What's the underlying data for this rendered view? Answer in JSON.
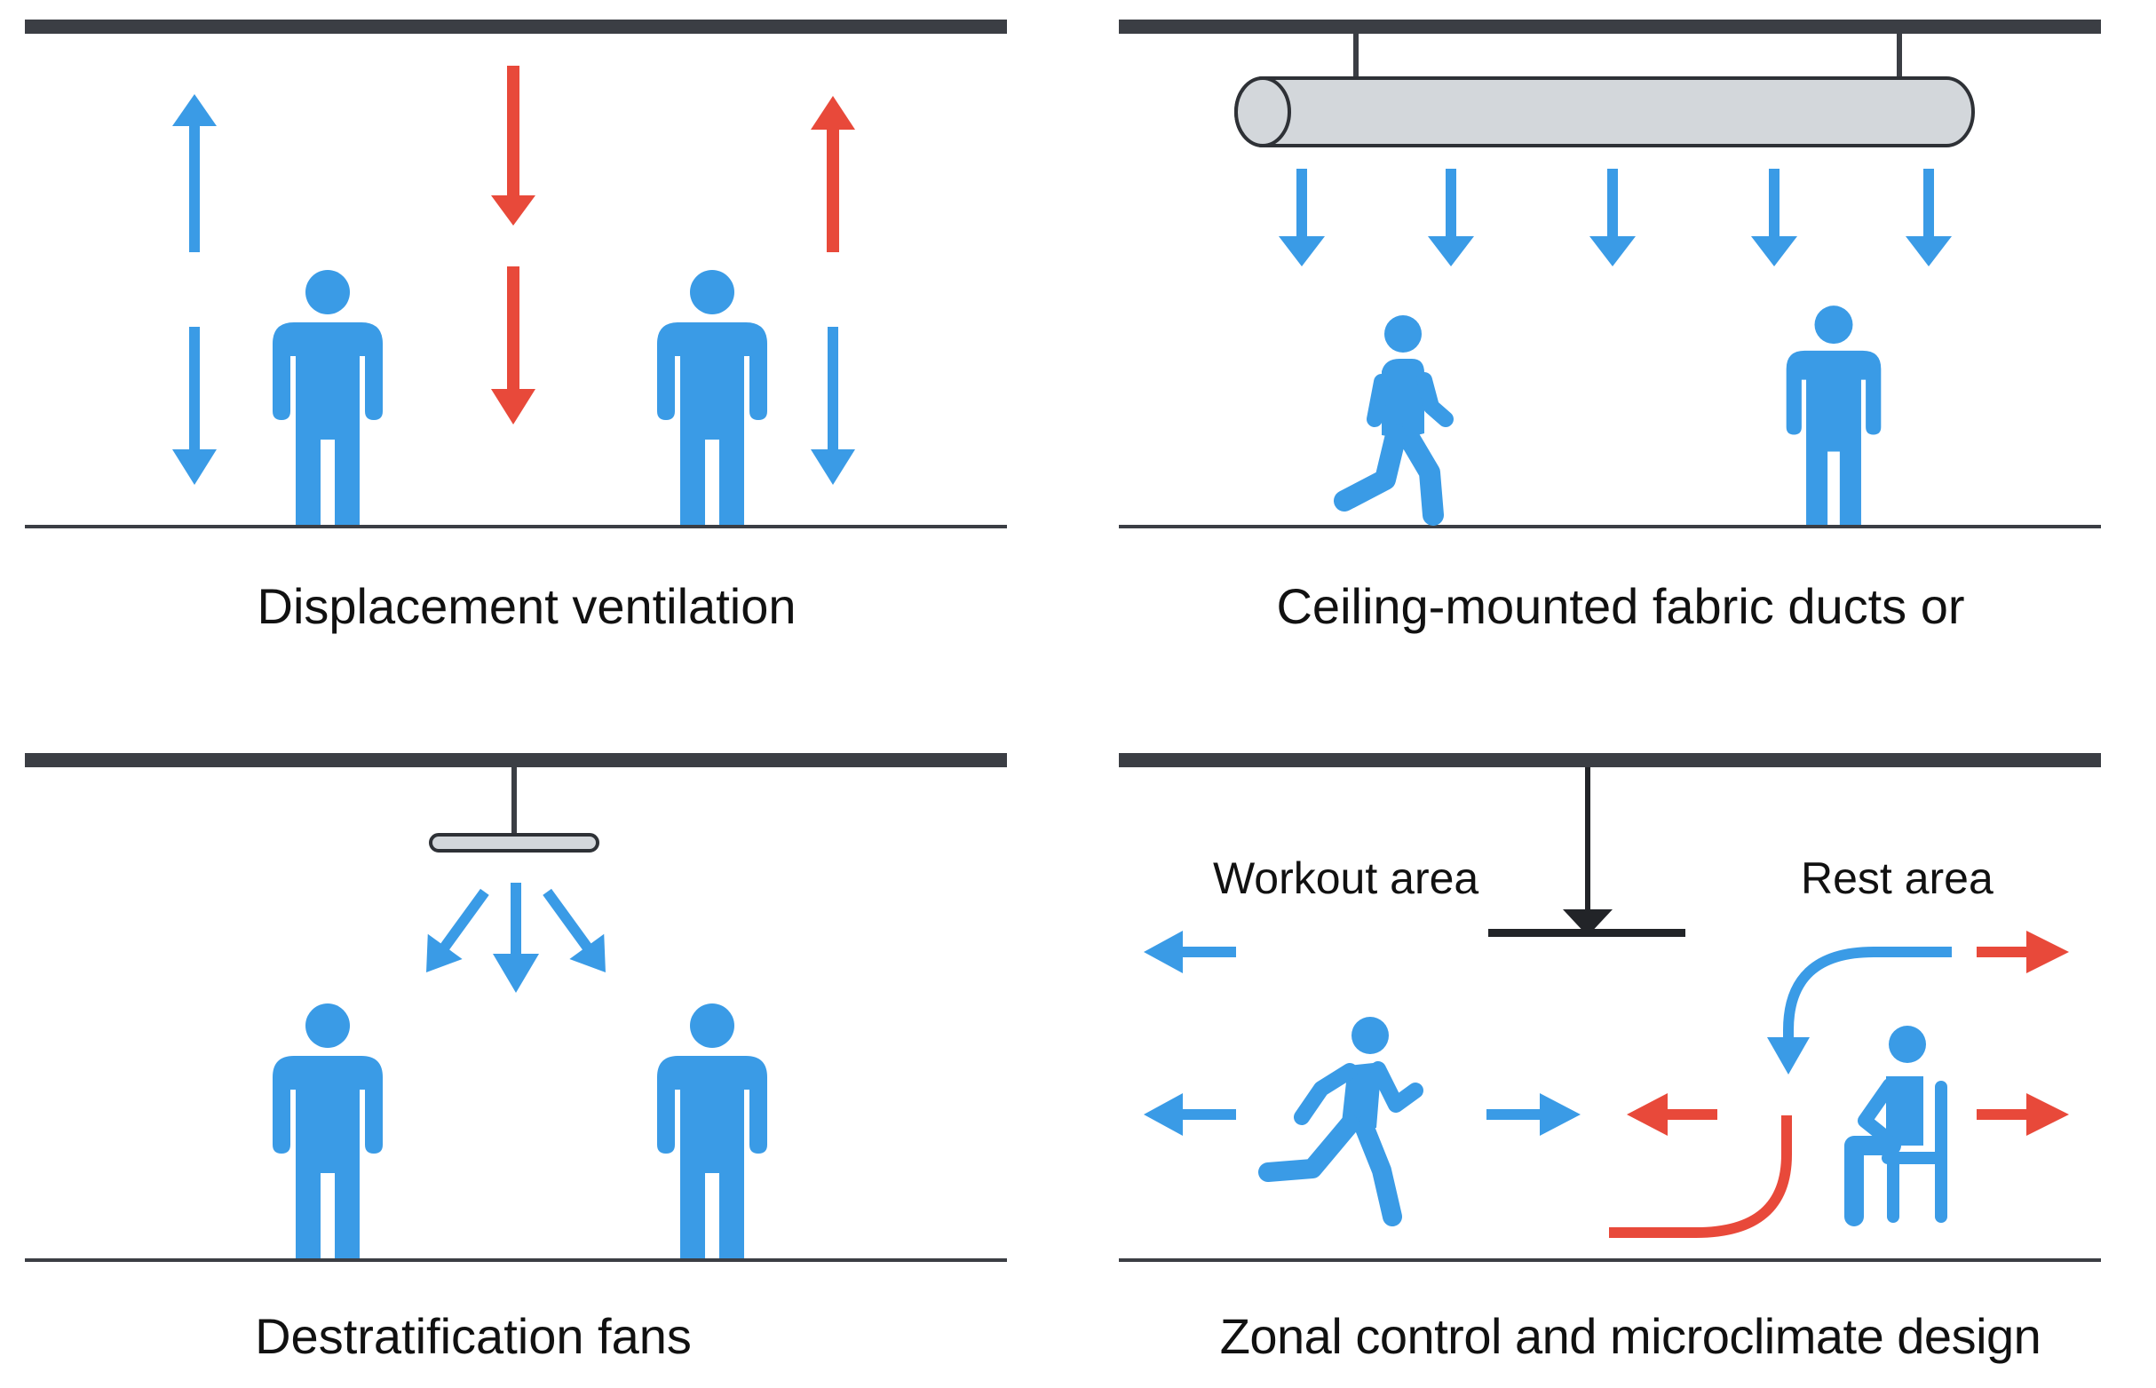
{
  "colors": {
    "cool_air": "#3a9be6",
    "warm_air": "#e8493a",
    "person": "#3a9be6",
    "structure": "#3b3e44",
    "duct_fill": "#d3d7db",
    "duct_stroke": "#2e3136"
  },
  "panels": [
    {
      "id": "displacement",
      "caption": "Displacement ventilation",
      "icons": [
        "ceiling-line",
        "floor-line",
        "up-arrow-icon",
        "down-arrow-icon",
        "person-standing-icon"
      ]
    },
    {
      "id": "fabric_ducts",
      "caption": "Ceiling-mounted fabric ducts or",
      "icons": [
        "fabric-duct",
        "down-arrow-icon",
        "person-walking-icon",
        "person-standing-icon"
      ]
    },
    {
      "id": "destrat_fans",
      "caption": "Destratification fans",
      "icons": [
        "ceiling-fan-icon",
        "down-arrow-icon",
        "person-standing-icon"
      ]
    },
    {
      "id": "zonal",
      "caption": "Zonal control and microclimate design",
      "labels": {
        "workout": "Workout area",
        "rest": "Rest area"
      },
      "icons": [
        "ceiling-fan-icon",
        "person-running-icon",
        "person-seated-icon",
        "curved-arrow-icon"
      ]
    }
  ]
}
